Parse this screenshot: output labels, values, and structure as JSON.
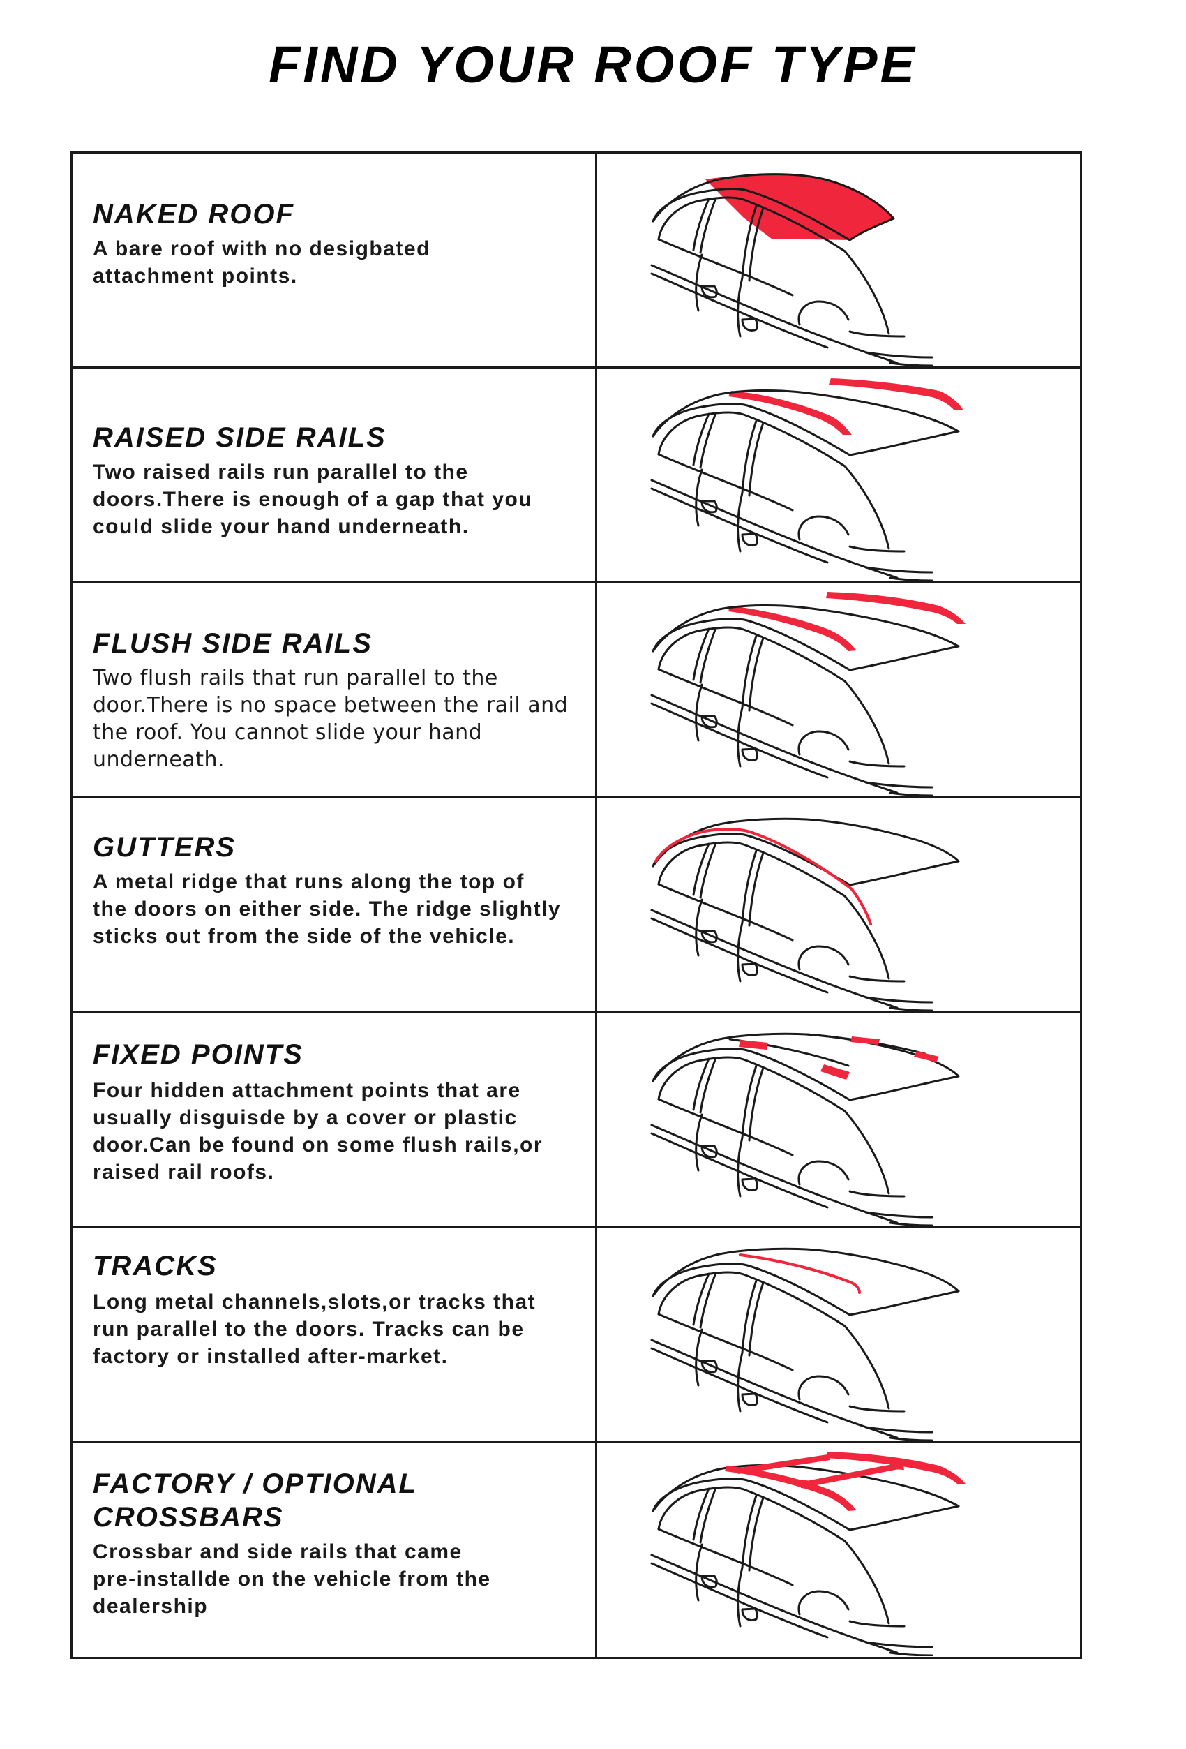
{
  "page": {
    "title": "FIND YOUR ROOF TYPE"
  },
  "colors": {
    "highlight": "#f0263c",
    "line": "#1a1a1a"
  },
  "roof_types": [
    {
      "title": "NAKED ROOF",
      "description": "A bare roof with no desigbated\nattachment points.",
      "illustration": "car-naked-roof"
    },
    {
      "title": "RAISED SIDE RAILS",
      "description": "Two raised rails run parallel to the\ndoors.There is enough of a gap that you\ncould slide your hand underneath.",
      "illustration": "car-raised-side-rails"
    },
    {
      "title": "FLUSH SIDE RAILS",
      "description": "Two flush rails that run parallel to the\ndoor.There is no space between the rail and\nthe roof. You cannot slide your hand\nunderneath.",
      "illustration": "car-flush-side-rails"
    },
    {
      "title": "GUTTERS",
      "description": "A metal ridge that runs along the top of\nthe doors on either side. The ridge slightly\nsticks out from the side of the vehicle.",
      "illustration": "car-gutters"
    },
    {
      "title": "FIXED POINTS",
      "description": "Four hidden attachment points that are\nusually disguisde by a cover or plastic\ndoor.Can be found on some flush rails,or\nraised rail roofs.",
      "illustration": "car-fixed-points"
    },
    {
      "title": "TRACKS",
      "description": "Long metal channels,slots,or tracks that\nrun parallel to the doors. Tracks can be\nfactory or installed after-market.",
      "illustration": "car-tracks"
    },
    {
      "title": " FACTORY / OPTIONAL\nCROSSBARS",
      "description": "Crossbar and side rails that came\npre-installde on the vehicle from the\ndealership",
      "illustration": "car-factory-crossbars"
    }
  ]
}
